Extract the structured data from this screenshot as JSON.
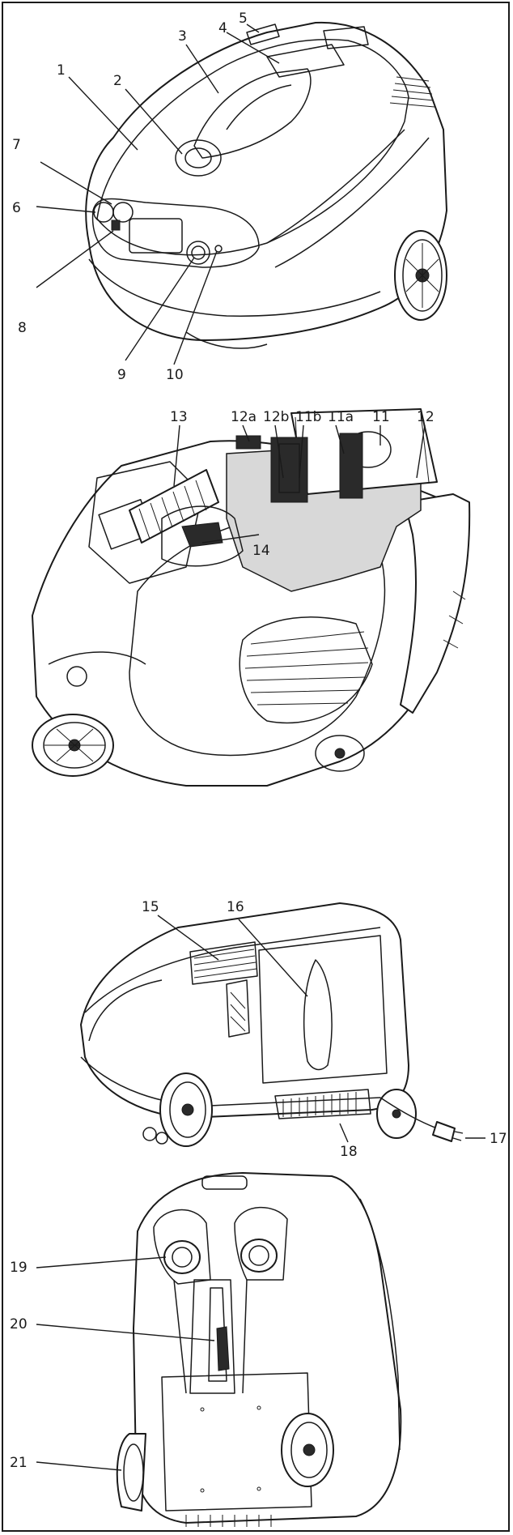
{
  "panels": [
    {
      "name": "top-front-view",
      "labels": [
        "1",
        "2",
        "3",
        "4",
        "5",
        "6",
        "7",
        "8",
        "9",
        "10"
      ]
    },
    {
      "name": "open-lid-view",
      "labels": [
        "13",
        "12a",
        "12b",
        "11b",
        "11a",
        "11",
        "12",
        "14"
      ]
    },
    {
      "name": "rear-side-view",
      "labels": [
        "15",
        "16",
        "17",
        "18"
      ]
    },
    {
      "name": "underside-view",
      "labels": [
        "19",
        "20",
        "21"
      ]
    }
  ],
  "callouts": {
    "c1": "1",
    "c2": "2",
    "c3": "3",
    "c4": "4",
    "c5": "5",
    "c6": "6",
    "c7": "7",
    "c8": "8",
    "c9": "9",
    "c10": "10",
    "c11": "11",
    "c11a": "11a",
    "c11b": "11b",
    "c12": "12",
    "c12a": "12a",
    "c12b": "12b",
    "c13": "13",
    "c14": "14",
    "c15": "15",
    "c16": "16",
    "c17": "17",
    "c18": "18",
    "c19": "19",
    "c20": "20",
    "c21": "21"
  },
  "colors": {
    "line": "#1a1a1a",
    "tank": "#d8d8d8",
    "background": "#ffffff"
  }
}
